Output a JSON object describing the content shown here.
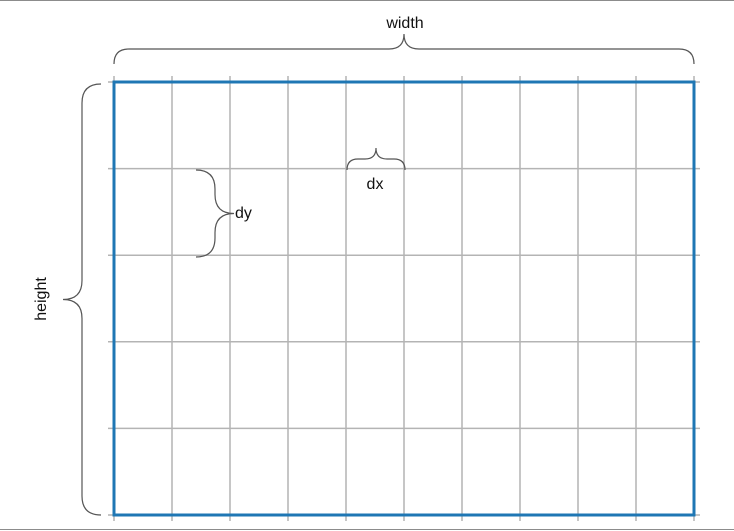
{
  "labels": {
    "width": "width",
    "height": "height",
    "dx": "dx",
    "dy": "dy"
  },
  "grid": {
    "columns": 10,
    "rows": 5
  },
  "colors": {
    "boundary": "#1f77b4",
    "grid": "#b4b4b4",
    "brace": "#555555",
    "text": "#111111"
  }
}
